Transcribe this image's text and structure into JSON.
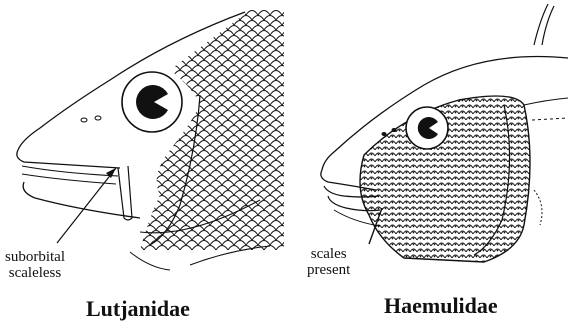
{
  "left": {
    "family": "Lutjanidae",
    "annotation_line1": "suborbital",
    "annotation_line2": "scaleless"
  },
  "right": {
    "family": "Haemulidae",
    "annotation_line1": "scales",
    "annotation_line2": "present"
  },
  "colors": {
    "ink": "#111111",
    "background": "#ffffff"
  }
}
